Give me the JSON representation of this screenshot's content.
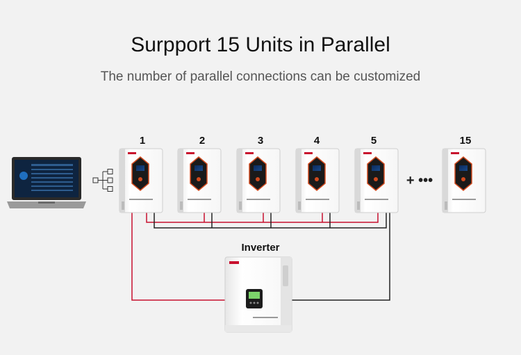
{
  "header": {
    "title": "Surpport 15 Units in Parallel",
    "subtitle": "The number of parallel connections can be customized"
  },
  "batteries": [
    {
      "label": "1"
    },
    {
      "label": "2"
    },
    {
      "label": "3"
    },
    {
      "label": "4"
    },
    {
      "label": "5"
    },
    {
      "label": "15"
    }
  ],
  "continuation": "+ •••",
  "inverter": {
    "label": "Inverter"
  },
  "colors": {
    "positive_wire": "#c8102e",
    "negative_wire": "#222222",
    "accent": "#c8102e"
  },
  "icons": {
    "laptop": "laptop-icon",
    "network": "network-hub-icon"
  }
}
